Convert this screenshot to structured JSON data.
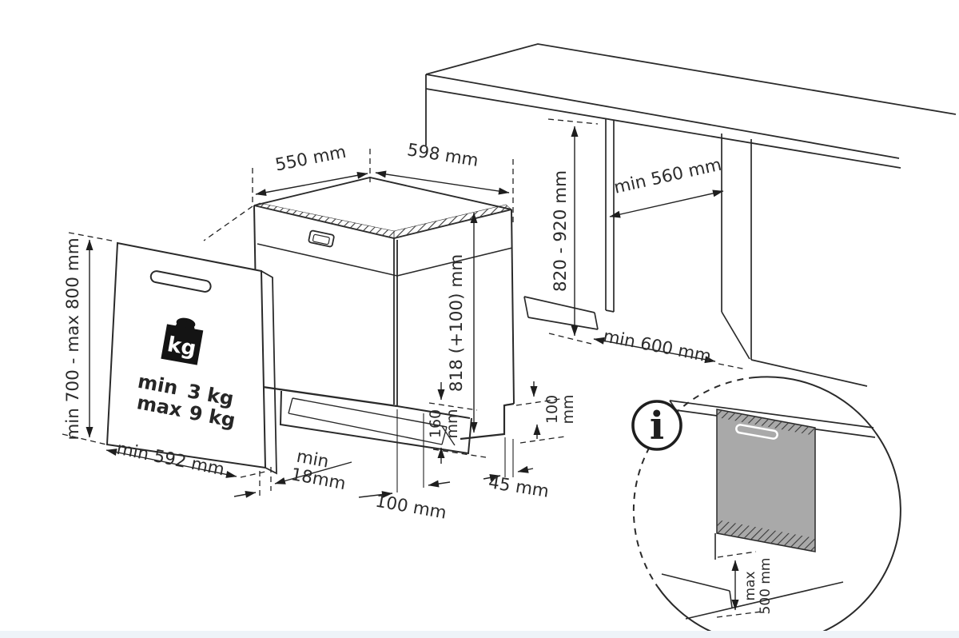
{
  "diagram": {
    "appliance": {
      "top_depth": "550 mm",
      "top_width": "598 mm",
      "height": "818 (+100) mm",
      "kick_height": {
        "value": "160",
        "unit": "mm"
      },
      "foot_height": {
        "value": "100",
        "unit": "mm"
      },
      "foot_setback": "45 mm",
      "front_foot_distance": "100 mm",
      "door_gap": {
        "label": "min",
        "value": "18mm"
      }
    },
    "door_panel": {
      "height_range": "min 700 - max 800 mm",
      "width": "min 592 mm",
      "weight_badge": "kg",
      "weight_min": {
        "label": "min",
        "value": "3 kg"
      },
      "weight_max": {
        "label": "max",
        "value": "9 kg"
      }
    },
    "niche": {
      "height_range": "820 - 920 mm",
      "depth": "min 560 mm",
      "width": "min 600 mm"
    },
    "detail_view": {
      "info_symbol": "i",
      "overhang": {
        "label": "max",
        "value": "500 mm"
      }
    },
    "colors": {
      "line": "#2a2a2a",
      "panel_gray": "#a9a9a9",
      "footer_strip": "#eef3f8"
    }
  }
}
